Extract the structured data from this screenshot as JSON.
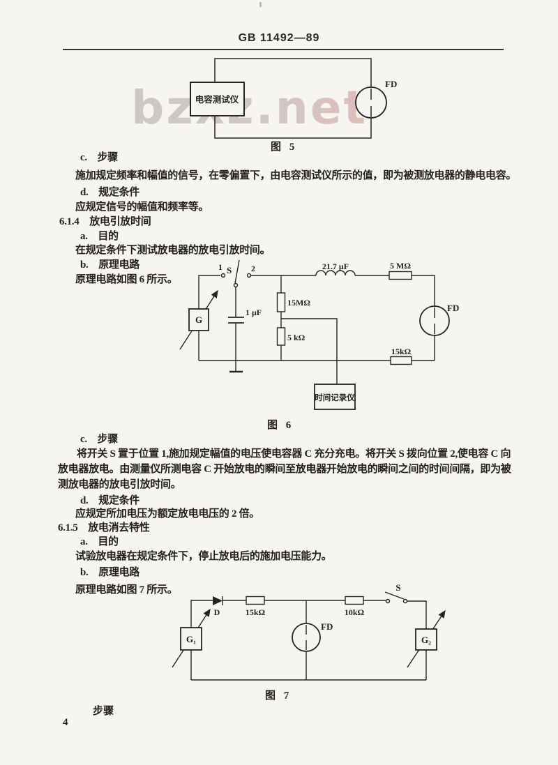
{
  "page": {
    "code": "GB 11492—89",
    "number": "4",
    "watermark": "bzxz.net"
  },
  "lines": [
    {
      "t": "c.　步骤"
    },
    {
      "t": "施加规定频率和幅值的信号，在零偏置下，由电容测试仪所示的值，即为被测放电器的静电电容。"
    },
    {
      "t": "d.　规定条件"
    },
    {
      "t": "应规定信号的幅值和频率等。"
    },
    {
      "t": "6.1.4　放电引放时间"
    },
    {
      "t": "a.　目的"
    },
    {
      "t": "在规定条件下测试放电器的放电引放时间。"
    },
    {
      "t": "b.　原理电路"
    },
    {
      "t": "原理电路如图 6 所示。"
    },
    {
      "t": "c.　步骤"
    },
    {
      "t": "将开关 S 置于位置 1,施加规定幅值的电压使电容器 C 充分充电。将开关 S 拨向位置 2,使电容 C 向"
    },
    {
      "t": "放电器放电。由测量仪所测电容 C 开始放电的瞬间至放电器开始放电的瞬间之间的时间间隔，即为被"
    },
    {
      "t": "测放电器的放电引放时间。"
    },
    {
      "t": "d.　规定条件"
    },
    {
      "t": "应规定所加电压为额定放电电压的 2 倍。"
    },
    {
      "t": "6.1.5　放电消去特性"
    },
    {
      "t": "a.　目的"
    },
    {
      "t": "试验放电器在规定条件下，停止放电后的施加电压能力。"
    },
    {
      "t": "b.　原理电路"
    },
    {
      "t": "原理电路如图 7 所示。"
    }
  ],
  "fig5": {
    "caption": "图 5",
    "box_label": "电容测试仪",
    "fd_label": "FD"
  },
  "fig6": {
    "caption": "图 6",
    "pos1": "1",
    "switch": "S",
    "pos2": "2",
    "inductor": "21.7 μF",
    "r_series": "5 MΩ",
    "fd_label": "FD",
    "cap": "1 μF",
    "r_shunt1": "15MΩ",
    "r_shunt2": "5 kΩ",
    "r_bottom": "15kΩ",
    "source": "G",
    "recorder": "时间记录仪"
  },
  "fig7": {
    "caption": "图 7",
    "diode": "D",
    "r_left": "15kΩ",
    "fd_label": "FD",
    "r_right": "10kΩ",
    "switch": "S",
    "source_left": "G₁",
    "source_right": "G₂"
  },
  "footer": {
    "step": "步骤"
  }
}
